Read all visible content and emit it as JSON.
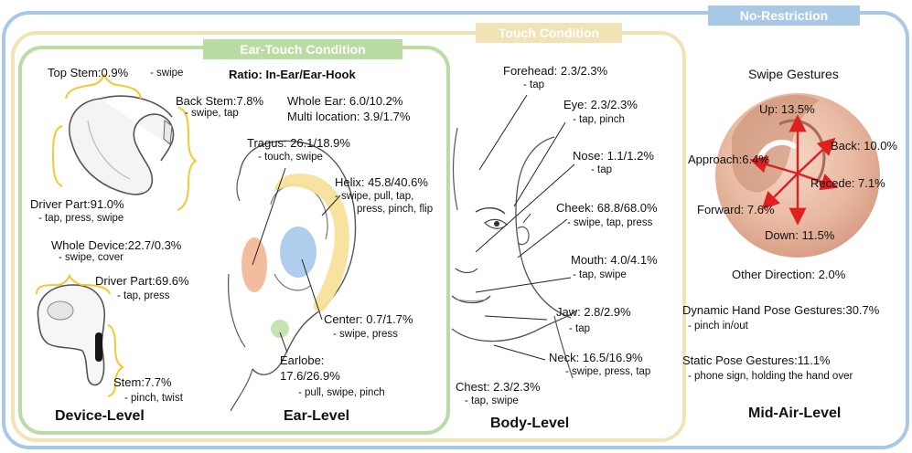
{
  "panels": {
    "no_restriction": "No-Restriction",
    "touch_condition": "Touch Condition",
    "ear_touch_condition": "Ear-Touch Condition"
  },
  "colors": {
    "no_restriction": "#a9c8e6",
    "touch_condition": "#f2e3b6",
    "ear_touch_condition": "#b9dca2",
    "tragus": "#f3b595",
    "helix": "#f7e29a",
    "center": "#a9c8ec",
    "earlobe": "#c5e2b0",
    "stem_bracket": "#f5c832",
    "arrow": "#e02020"
  },
  "device": {
    "title": "Device-Level",
    "top_stem": "Top Stem:0.9%",
    "top_stem_actions": " - swipe",
    "back_stem": "Back Stem:7.8%",
    "back_stem_actions": "- swipe, tap",
    "driver_part_hook": "Driver Part:91.0%",
    "driver_part_hook_actions": "- tap, press, swipe",
    "whole_device": "Whole Device:22.7/0.3%",
    "whole_device_actions": "- swipe, cover",
    "driver_part_inear": "Driver Part:69.6%",
    "driver_part_inear_actions": "- tap, press",
    "stem": "Stem:7.7%",
    "stem_actions": "- pinch, twist"
  },
  "ear": {
    "title": "Ear-Level",
    "ratio": "Ratio: In-Ear/Ear-Hook",
    "whole_ear": "Whole Ear: 6.0/10.2%",
    "multi_location": "Multi location: 3.9/1.7%",
    "tragus": "Tragus: 26.1/18.9%",
    "tragus_actions": "- touch, swipe",
    "helix": "Helix: 45.8/40.6%",
    "helix_actions_1": "- swipe, pull, tap,",
    "helix_actions_2": "press, pinch, flip",
    "center": "Center: 0.7/1.7%",
    "center_actions": "- swipe, press",
    "earlobe": "Earlobe:",
    "earlobe_value": "17.6/26.9%",
    "earlobe_actions": "- pull, swipe, pinch"
  },
  "body": {
    "title": "Body-Level",
    "forehead": "Forehead: 2.3/2.3%",
    "forehead_actions": "- tap",
    "eye": "Eye: 2.3/2.3%",
    "eye_actions": "- tap, pinch",
    "nose": "Nose: 1.1/1.2%",
    "nose_actions": "- tap",
    "cheek": "Cheek: 68.8/68.0%",
    "cheek_actions": "- swipe, tap, press",
    "mouth": "Mouth: 4.0/4.1%",
    "mouth_actions": "- tap, swipe",
    "jaw": "Jaw: 2.8/2.9%",
    "jaw_actions": "- tap",
    "neck": "Neck: 16.5/16.9%",
    "neck_actions": "- swipe, press, tap",
    "chest": "Chest: 2.3/2.3%",
    "chest_actions": "- tap, swipe"
  },
  "midair": {
    "title": "Mid-Air-Level",
    "swipe_gestures": "Swipe Gestures",
    "up": "Up: 13.5%",
    "back": "Back: 10.0%",
    "approach": "Approach:6.4%",
    "recede": "Recede: 7.1%",
    "forward": "Forward: 7.6%",
    "down": "Down: 11.5%",
    "other_direction": "Other Direction: 2.0%",
    "dynamic": "Dynamic Hand Pose Gestures:30.7%",
    "dynamic_actions": "- pinch in/out",
    "static": "Static Pose Gestures:11.1%",
    "static_actions": "- phone sign, holding the hand over"
  }
}
